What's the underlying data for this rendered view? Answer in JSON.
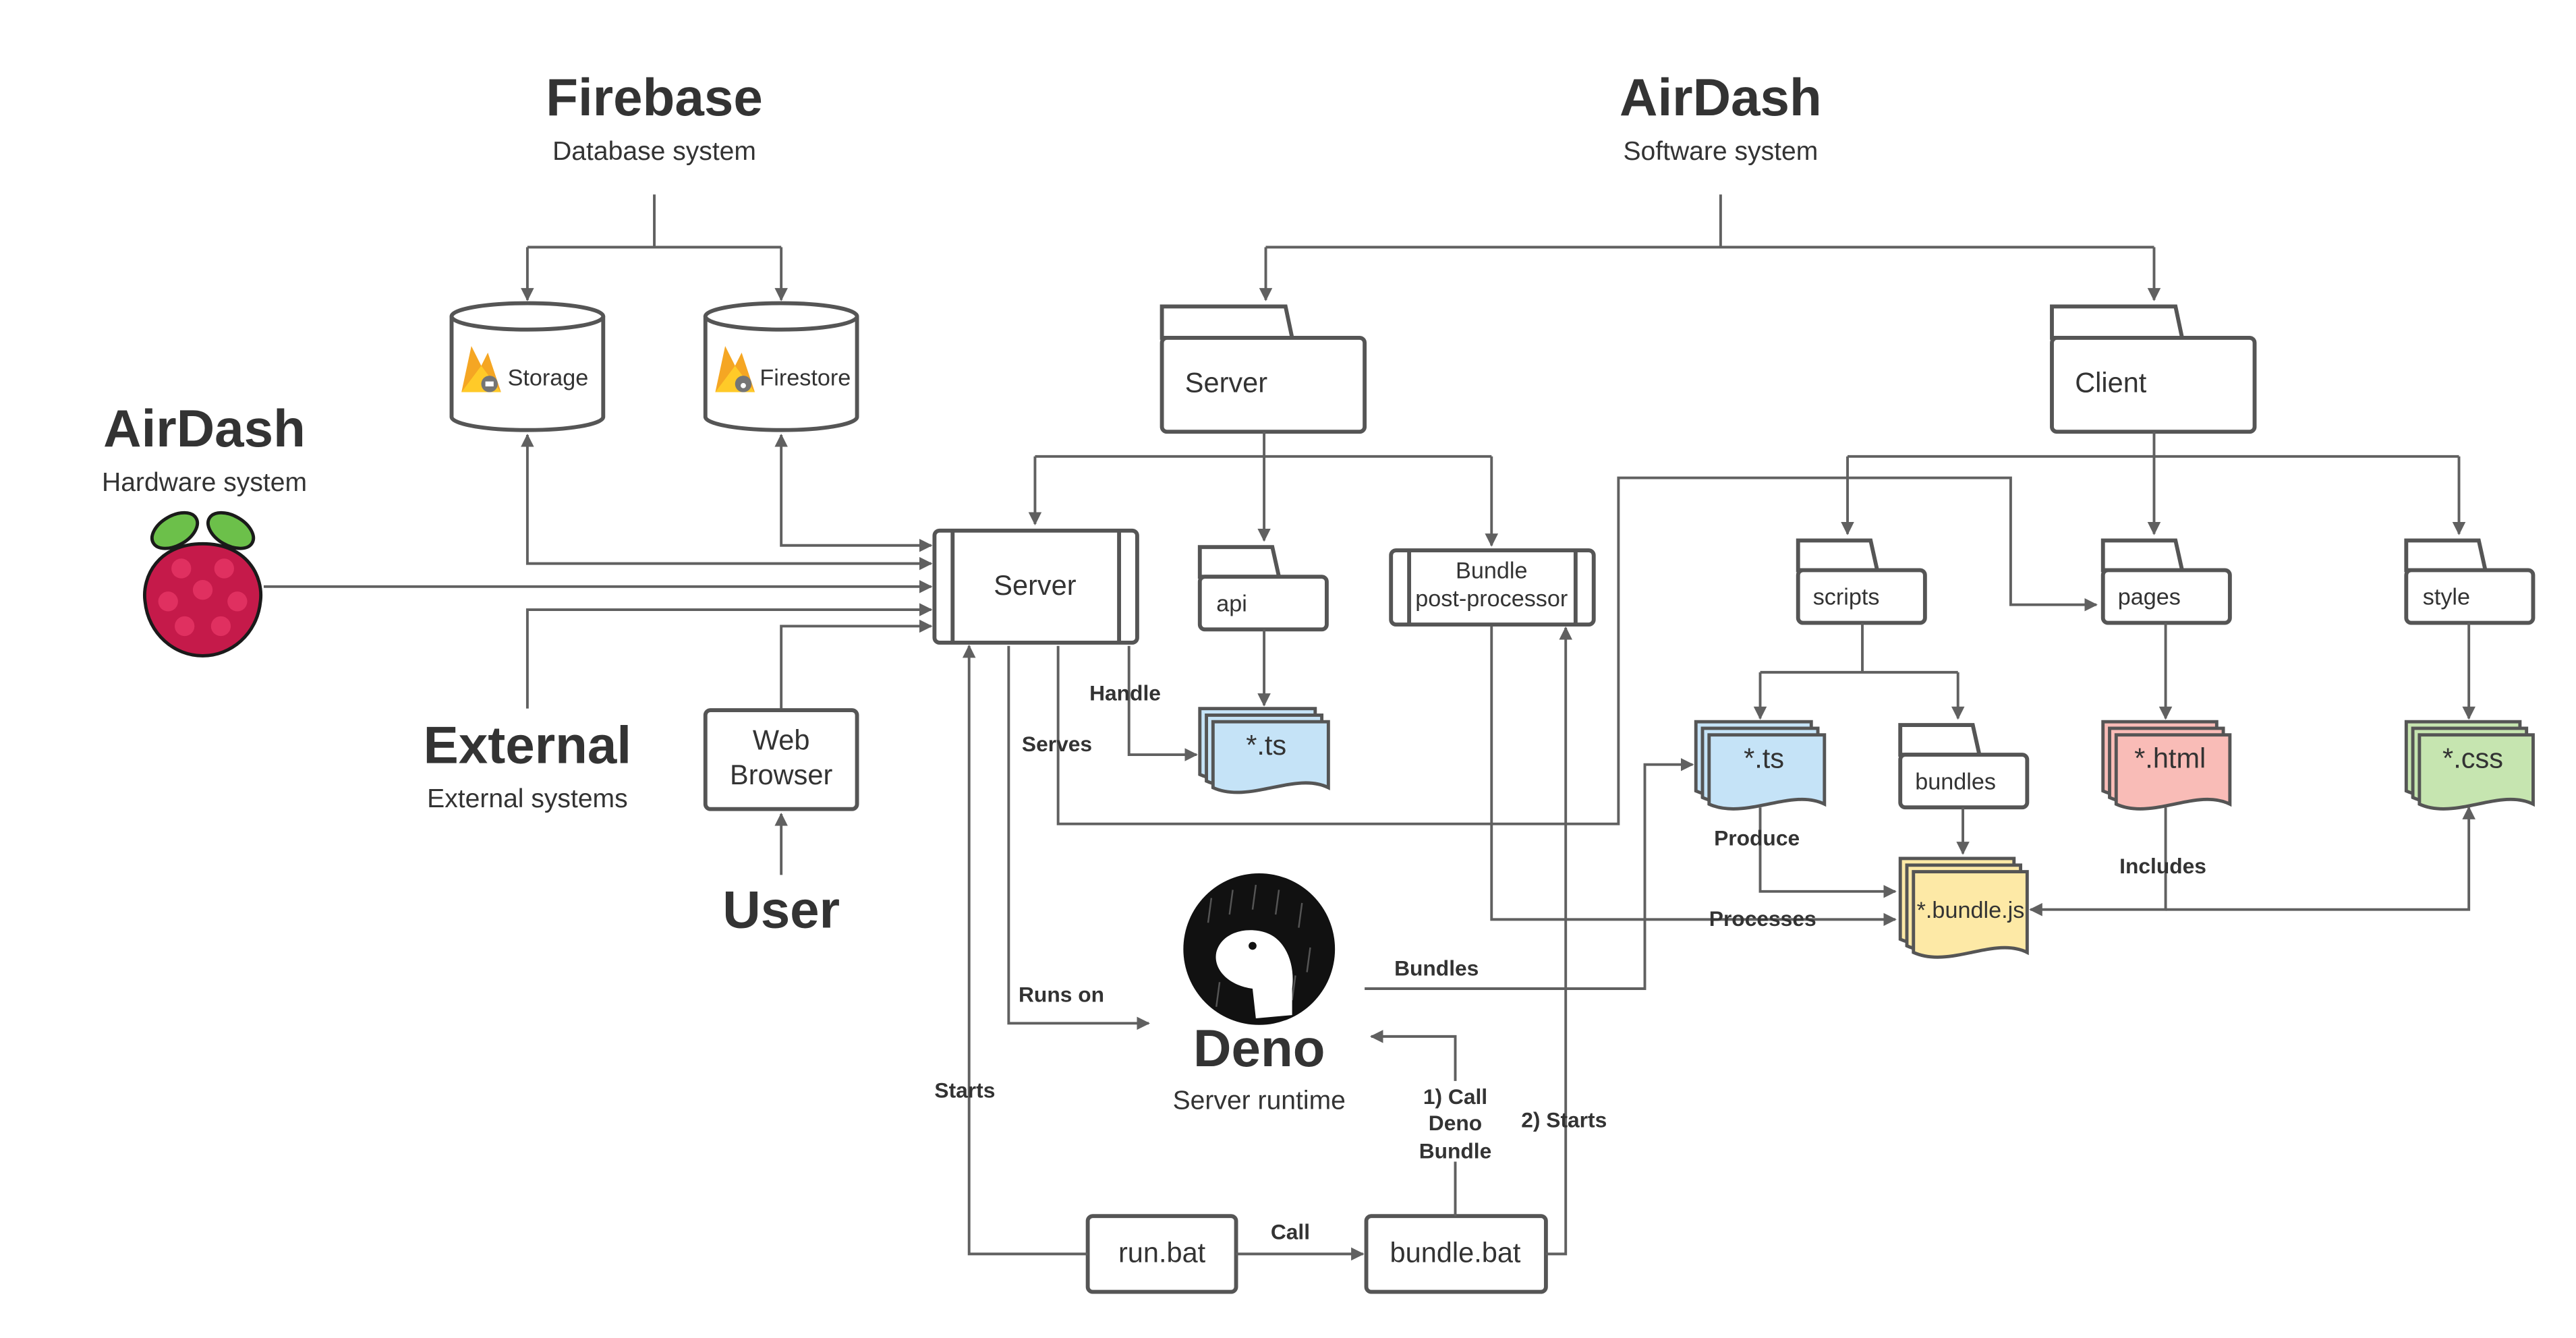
{
  "systems": {
    "firebase": {
      "title": "Firebase",
      "subtitle": "Database system"
    },
    "airdash_software": {
      "title": "AirDash",
      "subtitle": "Software system"
    },
    "airdash_hardware": {
      "title": "AirDash",
      "subtitle": "Hardware system"
    },
    "external": {
      "title": "External",
      "subtitle": "External systems"
    },
    "user": {
      "title": "User"
    },
    "deno": {
      "title": "Deno",
      "subtitle": "Server runtime"
    }
  },
  "databases": {
    "storage": "Storage",
    "firestore": "Firestore"
  },
  "folders": {
    "server": "Server",
    "client": "Client",
    "api": "api",
    "scripts": "scripts",
    "pages": "pages",
    "style": "style",
    "bundles": "bundles"
  },
  "components": {
    "server": "Server",
    "bundle_pp_line1": "Bundle",
    "bundle_pp_line2": "post-processor",
    "web_browser_line1": "Web",
    "web_browser_line2": "Browser",
    "run_bat": "run.bat",
    "bundle_bat": "bundle.bat"
  },
  "files": {
    "api_ts": "*.ts",
    "scripts_ts": "*.ts",
    "html": "*.html",
    "css": "*.css",
    "bundle_js": "*.bundle.js"
  },
  "edges": {
    "handle": "Handle",
    "serves": "Serves",
    "runs_on": "Runs on",
    "starts": "Starts",
    "call": "Call",
    "call_deno_l1": "1) Call",
    "call_deno_l2": "Deno",
    "call_deno_l3": "Bundle",
    "starts2": "2) Starts",
    "bundles": "Bundles",
    "produce": "Produce",
    "processes": "Processes",
    "includes": "Includes"
  },
  "colors": {
    "ts_fill": "#c5e3f7",
    "html_fill": "#f9bcb7",
    "css_fill": "#c6e5b0",
    "bundle_fill": "#fde9a6",
    "firebase_flame": "#f5a623",
    "raspberry": "#c51a4a",
    "leaf": "#6cc04a"
  },
  "icons": [
    "firebase-storage-icon",
    "firebase-firestore-icon",
    "raspberry-pi-logo",
    "deno-logo"
  ]
}
